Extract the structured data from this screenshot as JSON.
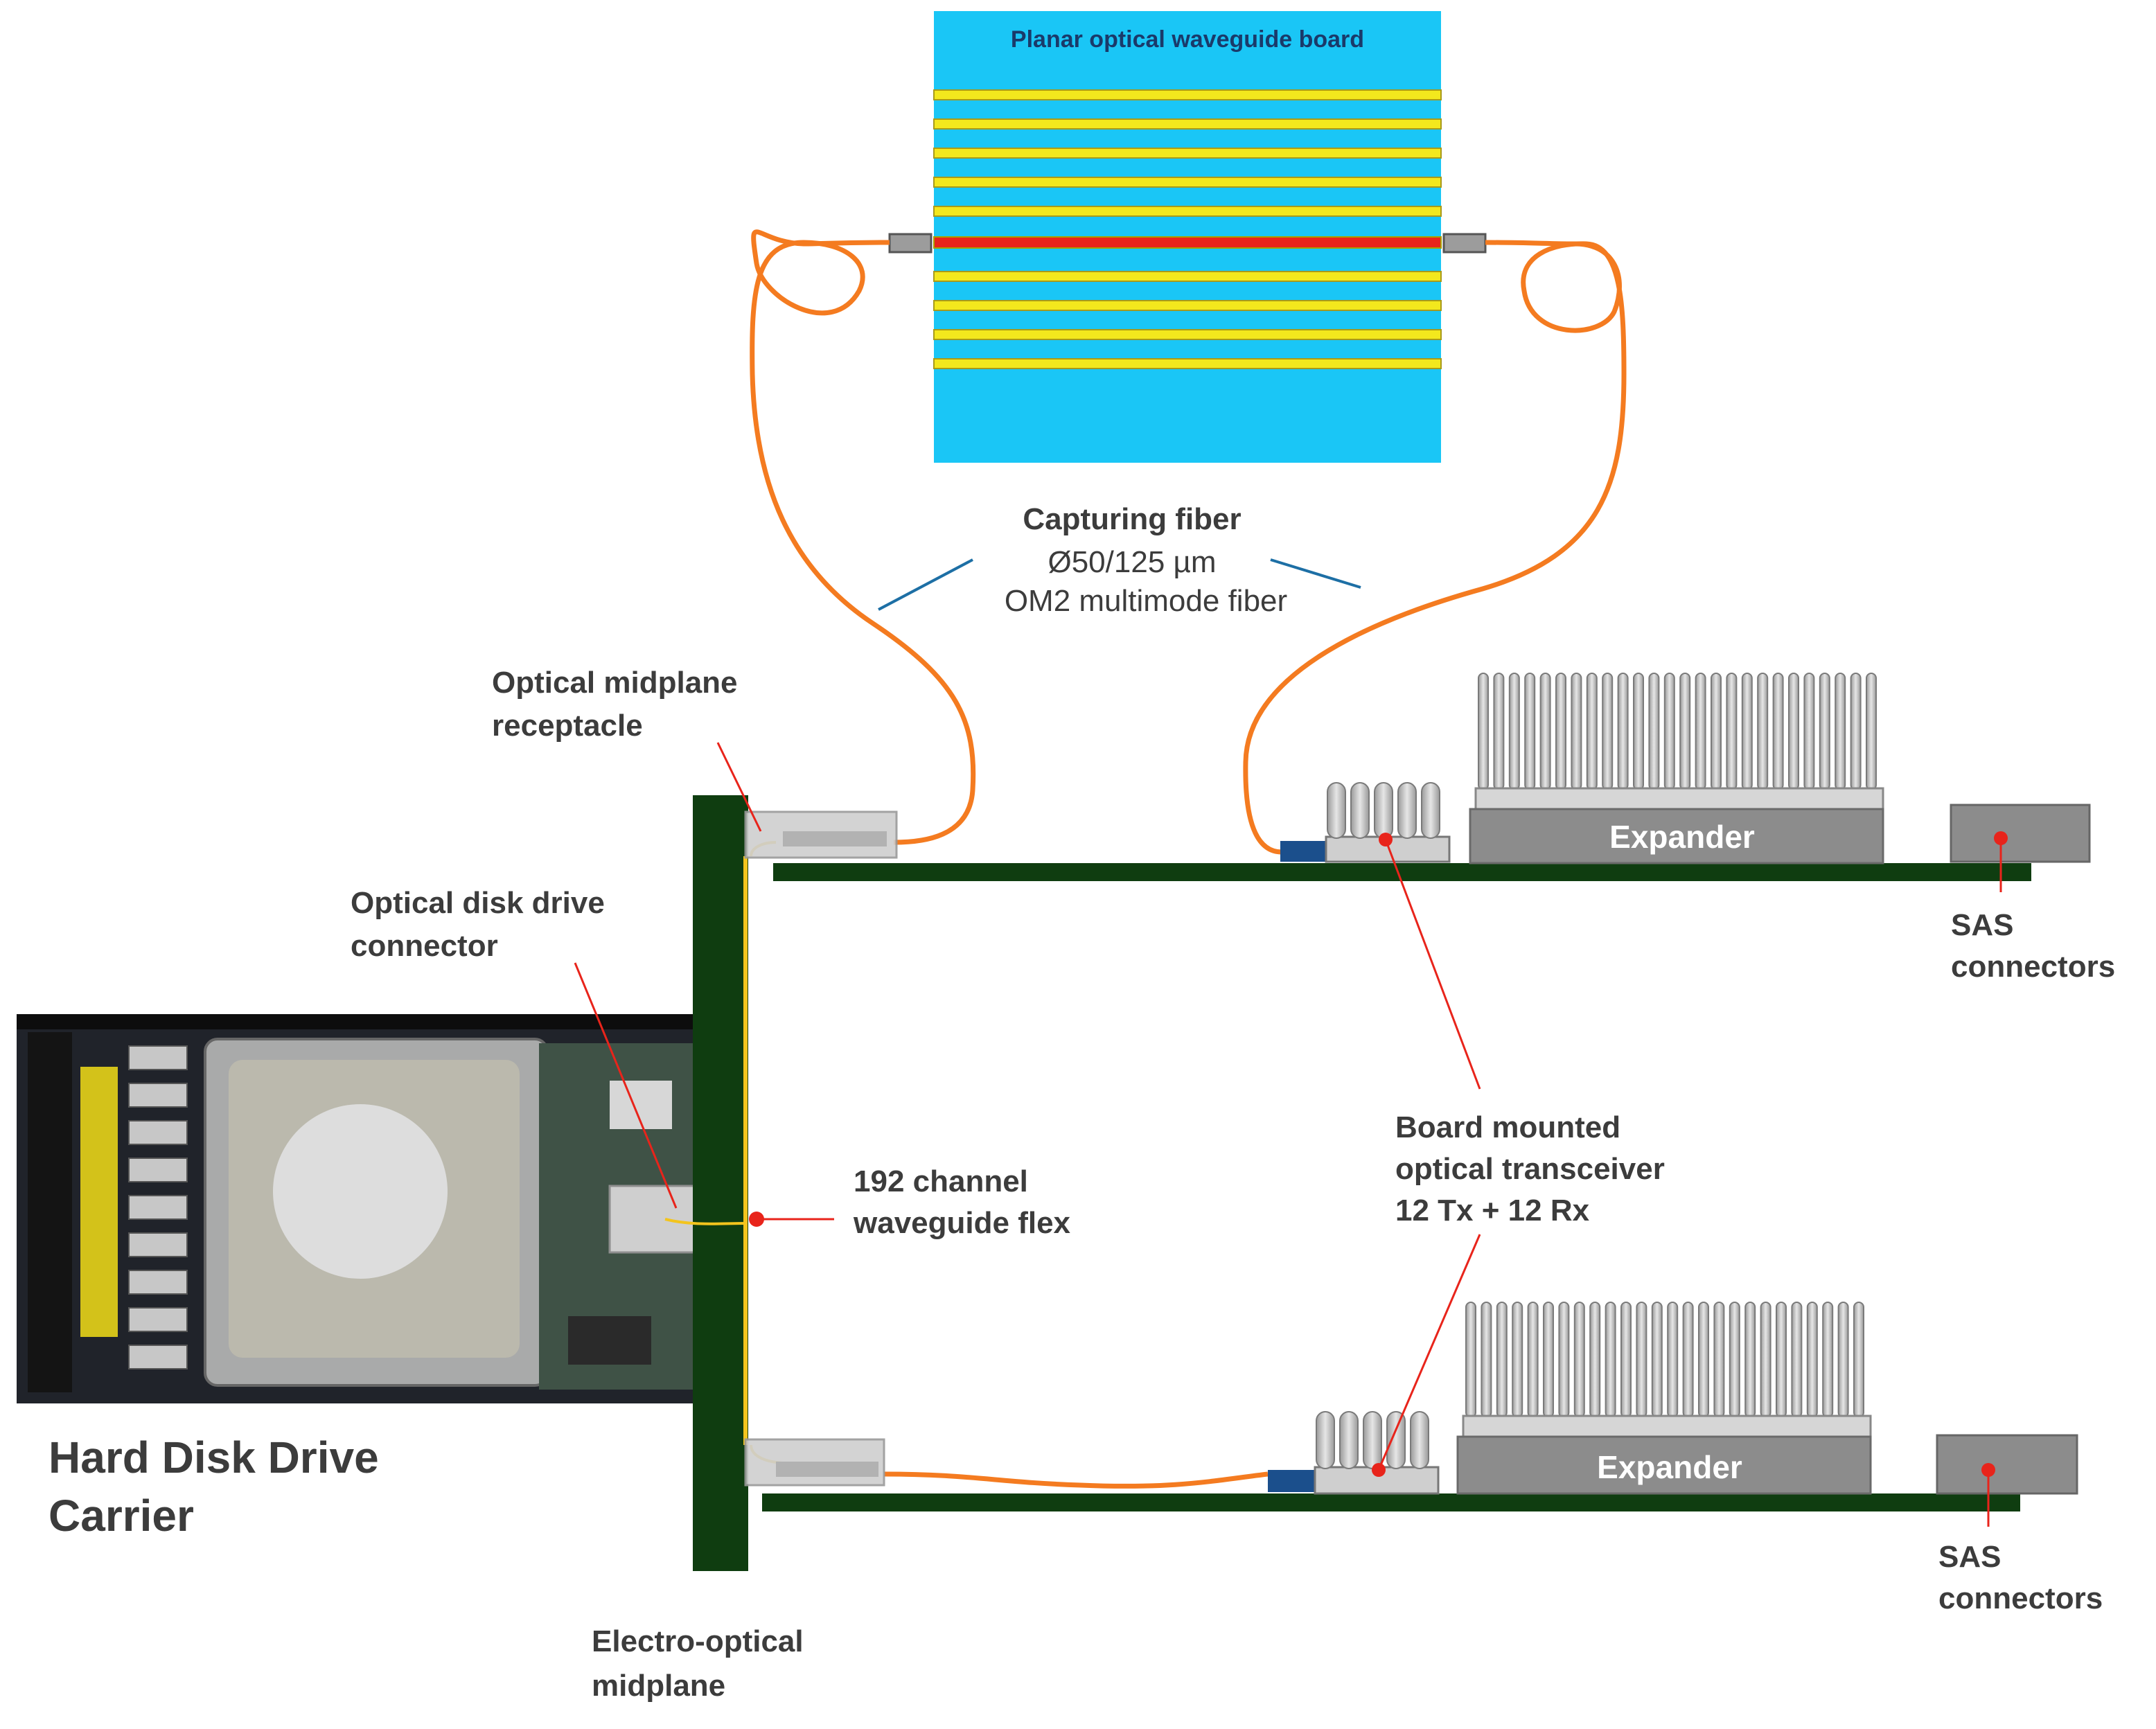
{
  "waveguide_board": {
    "title": "Planar optical waveguide board"
  },
  "fiber": {
    "title": "Capturing fiber",
    "spec_line1": "Ø50/125 µm",
    "spec_line2": "OM2 multimode  fiber"
  },
  "labels": {
    "receptacle_line1": "Optical midplane",
    "receptacle_line2": "receptacle",
    "drive_connector_line1": "Optical disk drive",
    "drive_connector_line2": "connector",
    "flex_line1": "192 channel",
    "flex_line2": "waveguide flex",
    "transceiver_line1": "Board mounted",
    "transceiver_line2": "optical transceiver",
    "transceiver_line3": "12 Tx + 12 Rx",
    "sas_top_line1": "SAS",
    "sas_top_line2": "connectors",
    "sas_bottom_line1": "SAS",
    "sas_bottom_line2": "connectors",
    "carrier_line1": "Hard Disk Drive",
    "carrier_line2": "Carrier",
    "midplane_line1": "Electro-optical",
    "midplane_line2": "midplane",
    "expander_top": "Expander",
    "expander_bottom": "Expander"
  },
  "colors": {
    "board_green": "#0f3d10",
    "waveguide_blue": "#1ac6f6",
    "waveguide_yellow": "#f3e81d",
    "active_red": "#e8241b",
    "fiber_orange": "#f47b20",
    "component_gray": "#8c8c8c",
    "pointer_red": "#e8241b",
    "leader_blue": "#1d6fa5"
  }
}
